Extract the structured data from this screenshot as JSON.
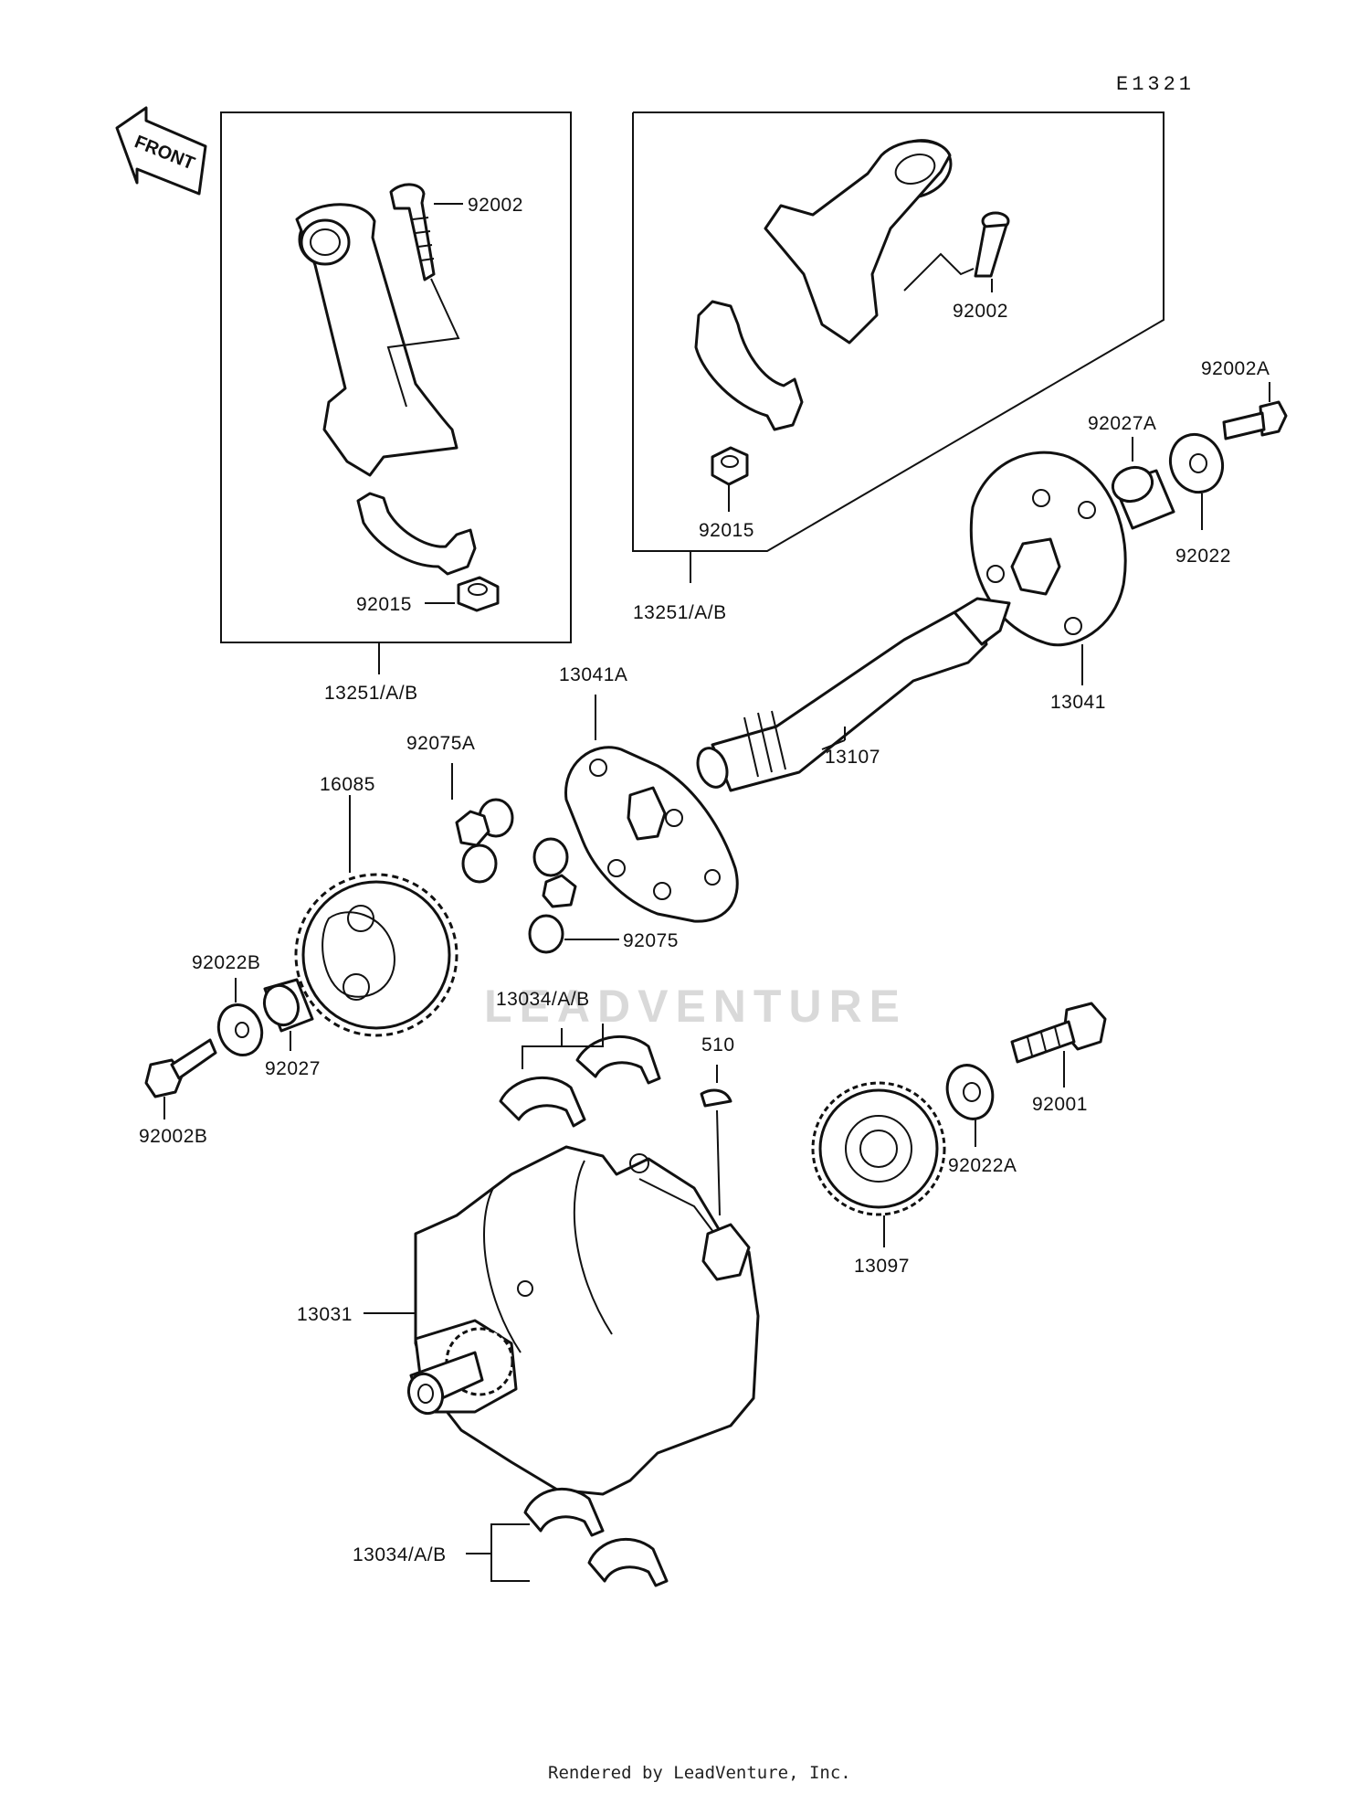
{
  "diagram_code": "E1321",
  "direction_label": "FRONT",
  "watermark": "LEADVENTURE",
  "footer": "Rendered by LeadVenture, Inc.",
  "labels": {
    "p92002_left": "92002",
    "p92015_left": "92015",
    "p13251_left": "13251/A/B",
    "p92002_right": "92002",
    "p92015_right": "92015",
    "p13251_right": "13251/A/B",
    "p92002A": "92002A",
    "p92027A": "92027A",
    "p92022": "92022",
    "p13041": "13041",
    "p13107": "13107",
    "p13041A": "13041A",
    "p92075A": "92075A",
    "p92075": "92075",
    "p16085": "16085",
    "p92022B": "92022B",
    "p92027": "92027",
    "p92002B": "92002B",
    "p13034_top": "13034/A/B",
    "p510": "510",
    "p92001": "92001",
    "p92022A": "92022A",
    "p13097": "13097",
    "p13031": "13031",
    "p13034_bottom": "13034/A/B"
  },
  "colors": {
    "ink": "#111111",
    "paper": "#ffffff",
    "watermark": "#d9d9d9"
  }
}
